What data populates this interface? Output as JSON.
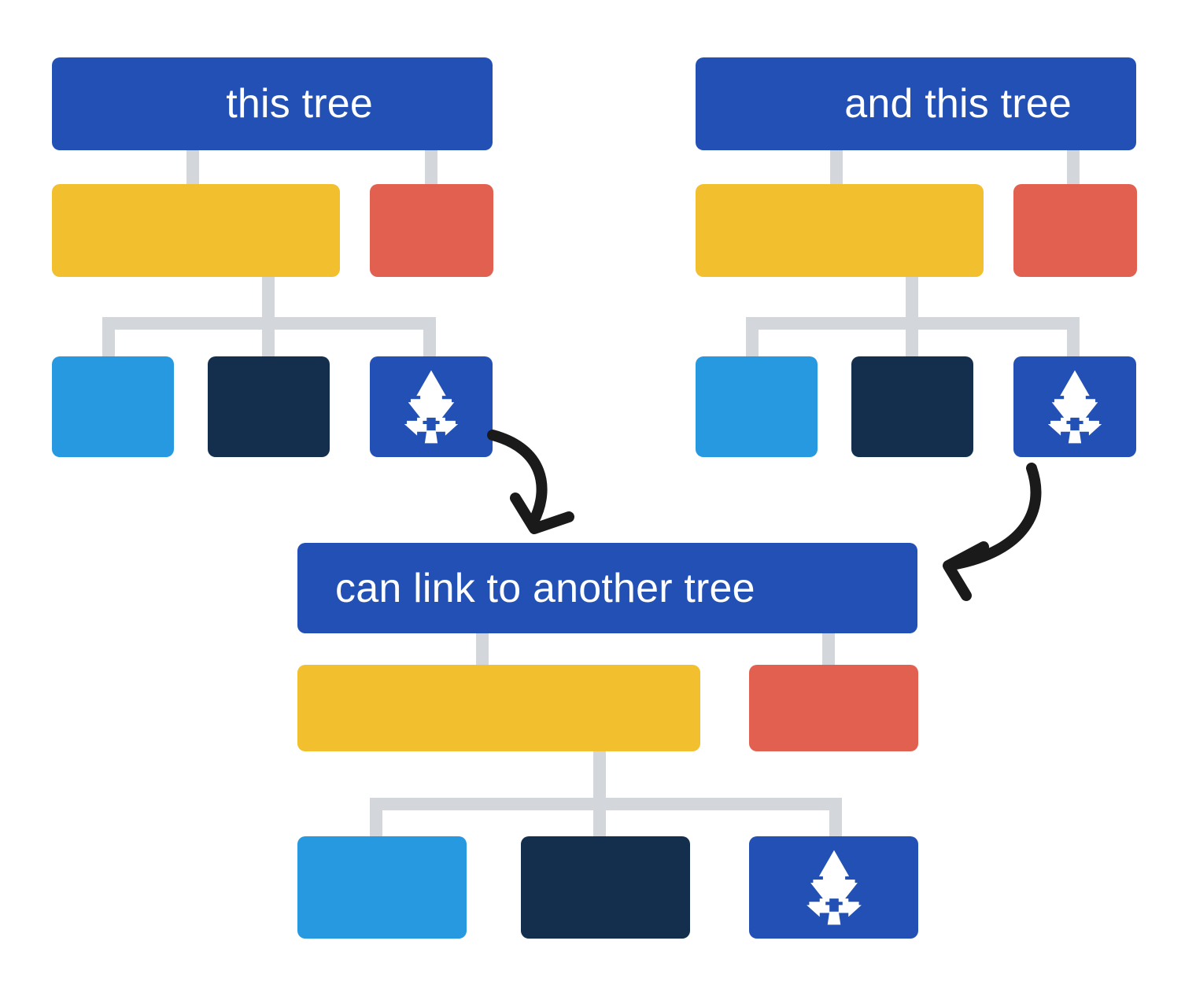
{
  "diagram": {
    "title_cards": [
      {
        "id": "this-tree",
        "label": "this tree"
      },
      {
        "id": "and-this-tree",
        "label": "and this tree"
      },
      {
        "id": "can-link",
        "label": "can link to another tree"
      }
    ],
    "colors": {
      "root_blue": "#2250b5",
      "yellow": "#f2bf2f",
      "red": "#e2604f",
      "light_blue": "#2699e0",
      "dark_navy": "#142f4e",
      "tree_blue": "#2250b5",
      "connector_gray": "#d3d6da",
      "arrow_black": "#1a1a1a",
      "icon_white": "#ffffff",
      "background": "#ffffff"
    },
    "icon_names": {
      "tree": "tree-icon",
      "arrow": "curved-arrow-icon"
    },
    "trees": [
      {
        "id": "tree-left",
        "root": {
          "label": "this tree",
          "color": "#2250b5"
        },
        "children": [
          {
            "name": "yellow-node",
            "color": "#f2bf2f"
          },
          {
            "name": "red-node",
            "color": "#e2604f"
          }
        ],
        "grandchildren": [
          {
            "name": "light-blue-node",
            "color": "#2699e0",
            "icon": ""
          },
          {
            "name": "dark-navy-node",
            "color": "#142f4e",
            "icon": ""
          },
          {
            "name": "tree-link-node",
            "color": "#2250b5",
            "icon": "tree-icon"
          }
        ]
      },
      {
        "id": "tree-right",
        "root": {
          "label": "and this tree",
          "color": "#2250b5"
        },
        "children": [
          {
            "name": "yellow-node",
            "color": "#f2bf2f"
          },
          {
            "name": "red-node",
            "color": "#e2604f"
          }
        ],
        "grandchildren": [
          {
            "name": "light-blue-node",
            "color": "#2699e0",
            "icon": ""
          },
          {
            "name": "dark-navy-node",
            "color": "#142f4e",
            "icon": ""
          },
          {
            "name": "tree-link-node",
            "color": "#2250b5",
            "icon": "tree-icon"
          }
        ]
      },
      {
        "id": "tree-bottom",
        "root": {
          "label": "can link to another tree",
          "color": "#2250b5"
        },
        "children": [
          {
            "name": "yellow-node",
            "color": "#f2bf2f"
          },
          {
            "name": "red-node",
            "color": "#e2604f"
          }
        ],
        "grandchildren": [
          {
            "name": "light-blue-node",
            "color": "#2699e0",
            "icon": ""
          },
          {
            "name": "dark-navy-node",
            "color": "#142f4e",
            "icon": ""
          },
          {
            "name": "tree-link-node",
            "color": "#2250b5",
            "icon": "tree-icon"
          }
        ]
      }
    ],
    "links": [
      {
        "name": "link-from-left-tree",
        "from": "tree-left.tree-link-node",
        "to": "tree-bottom.root"
      },
      {
        "name": "link-from-right-tree",
        "from": "tree-right.tree-link-node",
        "to": "tree-bottom.root"
      }
    ]
  }
}
